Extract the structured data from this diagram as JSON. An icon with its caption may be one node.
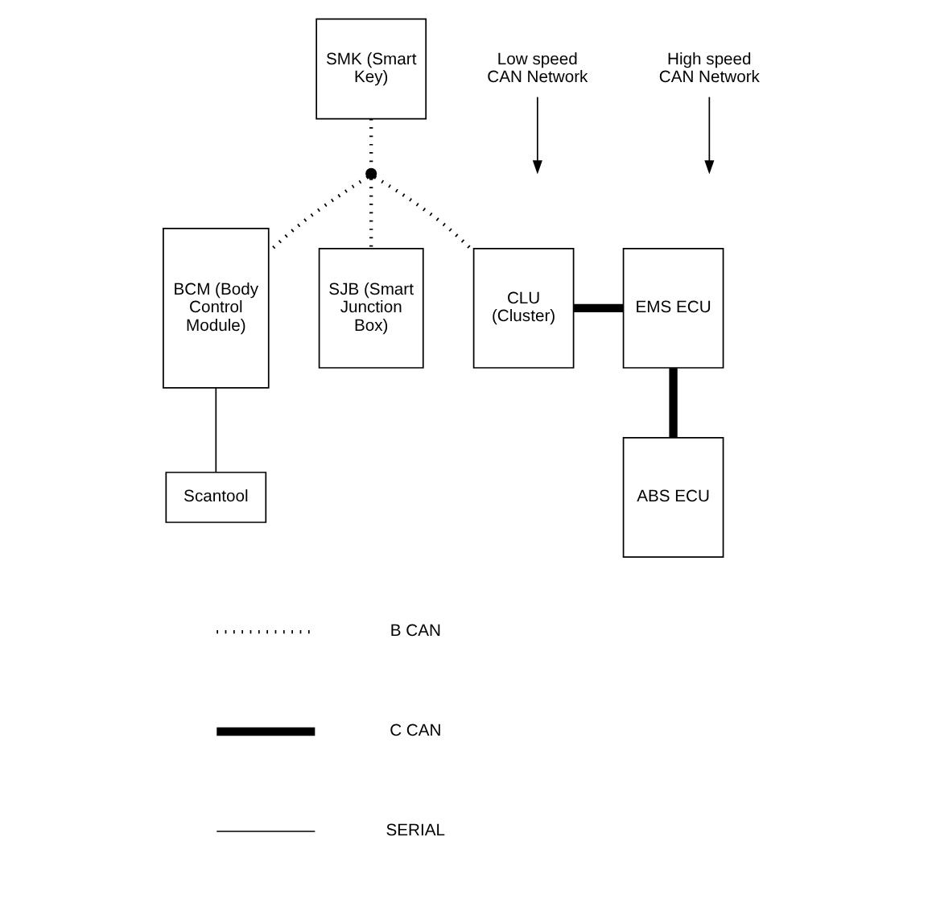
{
  "diagram": {
    "nodes": [
      {
        "text": [
          "SMK (Smart Key)"
        ]
      },
      {
        "text": [
          "Low speed CAN Network"
        ]
      },
      {
        "text": [
          "BCM (Body Control Module)"
        ]
      },
      {
        "text": [],
        "shape": "circle"
      },
      {
        "text": [
          "SJB (Smart Junction Box)"
        ]
      },
      {
        "text": [
          "CLU (Cluster)"
        ]
      },
      {
        "text": [
          "EMS ECU"
        ]
      },
      {
        "text": [
          "Scantool"
        ]
      },
      {
        "text": [
          "High speed CAN Network"
        ]
      },
      {
        "text": [
          "ABS ECU"
        ]
      }
    ],
    "edges": [
      {
        "from": 0,
        "to": 3,
        "arrow": "none",
        "style": "dashed"
      },
      {
        "from": 3,
        "to": 4,
        "arrow": "none",
        "style": "dashed"
      },
      {
        "from": 3,
        "to": 5,
        "arrow": "none",
        "style": "dashed"
      },
      {
        "from": 3,
        "to": 2,
        "arrow": "none",
        "style": "dashed"
      },
      {
        "from": 5,
        "to": 6,
        "arrow": "none",
        "style": "thick"
      },
      {
        "from": 6,
        "to": 9,
        "arrow": "none",
        "style": "thick"
      },
      {
        "from": 2,
        "to": 7,
        "arrow": "none"
      },
      {
        "from": 1,
        "to": null,
        "arrow": "to"
      },
      {
        "from": 8,
        "to": null,
        "arrow": "to"
      }
    ],
    "legend": [
      {
        "text": "B CAN"
      },
      {
        "text": "C CAN"
      },
      {
        "text": "SERIAL"
      }
    ]
  }
}
